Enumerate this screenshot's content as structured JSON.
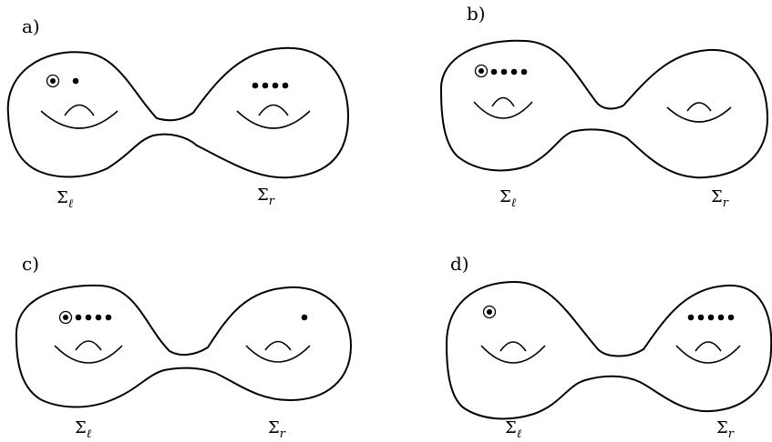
{
  "panels": [
    {
      "id": "a",
      "label": "a)",
      "left_surface": {
        "symbol": "Σ",
        "subscript": "ℓ",
        "marked_points": 1,
        "plain_points": 1
      },
      "right_surface": {
        "symbol": "Σ",
        "subscript": "r",
        "marked_points": 0,
        "plain_points": 4
      }
    },
    {
      "id": "b",
      "label": "b)",
      "left_surface": {
        "symbol": "Σ",
        "subscript": "ℓ",
        "marked_points": 1,
        "plain_points": 4
      },
      "right_surface": {
        "symbol": "Σ",
        "subscript": "r",
        "marked_points": 0,
        "plain_points": 0
      }
    },
    {
      "id": "c",
      "label": "c)",
      "left_surface": {
        "symbol": "Σ",
        "subscript": "ℓ",
        "marked_points": 1,
        "plain_points": 4
      },
      "right_surface": {
        "symbol": "Σ",
        "subscript": "r",
        "marked_points": 0,
        "plain_points": 1
      }
    },
    {
      "id": "d",
      "label": "d)",
      "left_surface": {
        "symbol": "Σ",
        "subscript": "ℓ",
        "marked_points": 1,
        "plain_points": 0
      },
      "right_surface": {
        "symbol": "Σ",
        "subscript": "r",
        "marked_points": 0,
        "plain_points": 5
      }
    }
  ]
}
